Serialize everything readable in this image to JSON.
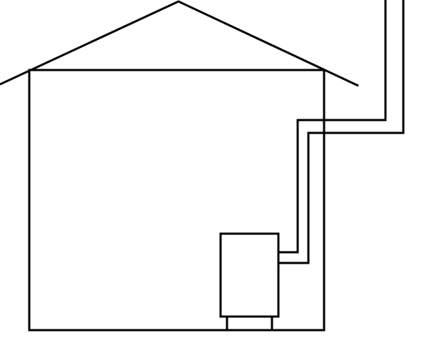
{
  "diagram": {
    "components": [
      "house",
      "roof",
      "appliance",
      "flue-pipe"
    ],
    "stroke_color": "#000000",
    "background_color": "#ffffff"
  }
}
